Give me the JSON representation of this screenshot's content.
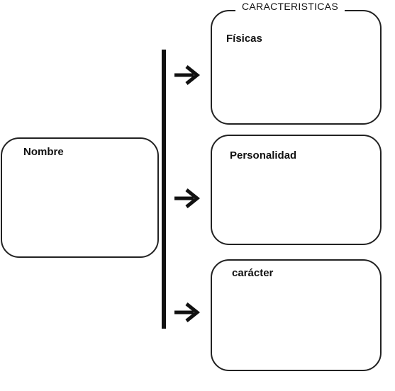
{
  "header": {
    "title": "CARACTERISTICAS"
  },
  "boxes": {
    "nombre": "Nombre",
    "fisicas": "Físicas",
    "personalidad": "Personalidad",
    "caracter": "carácter"
  }
}
